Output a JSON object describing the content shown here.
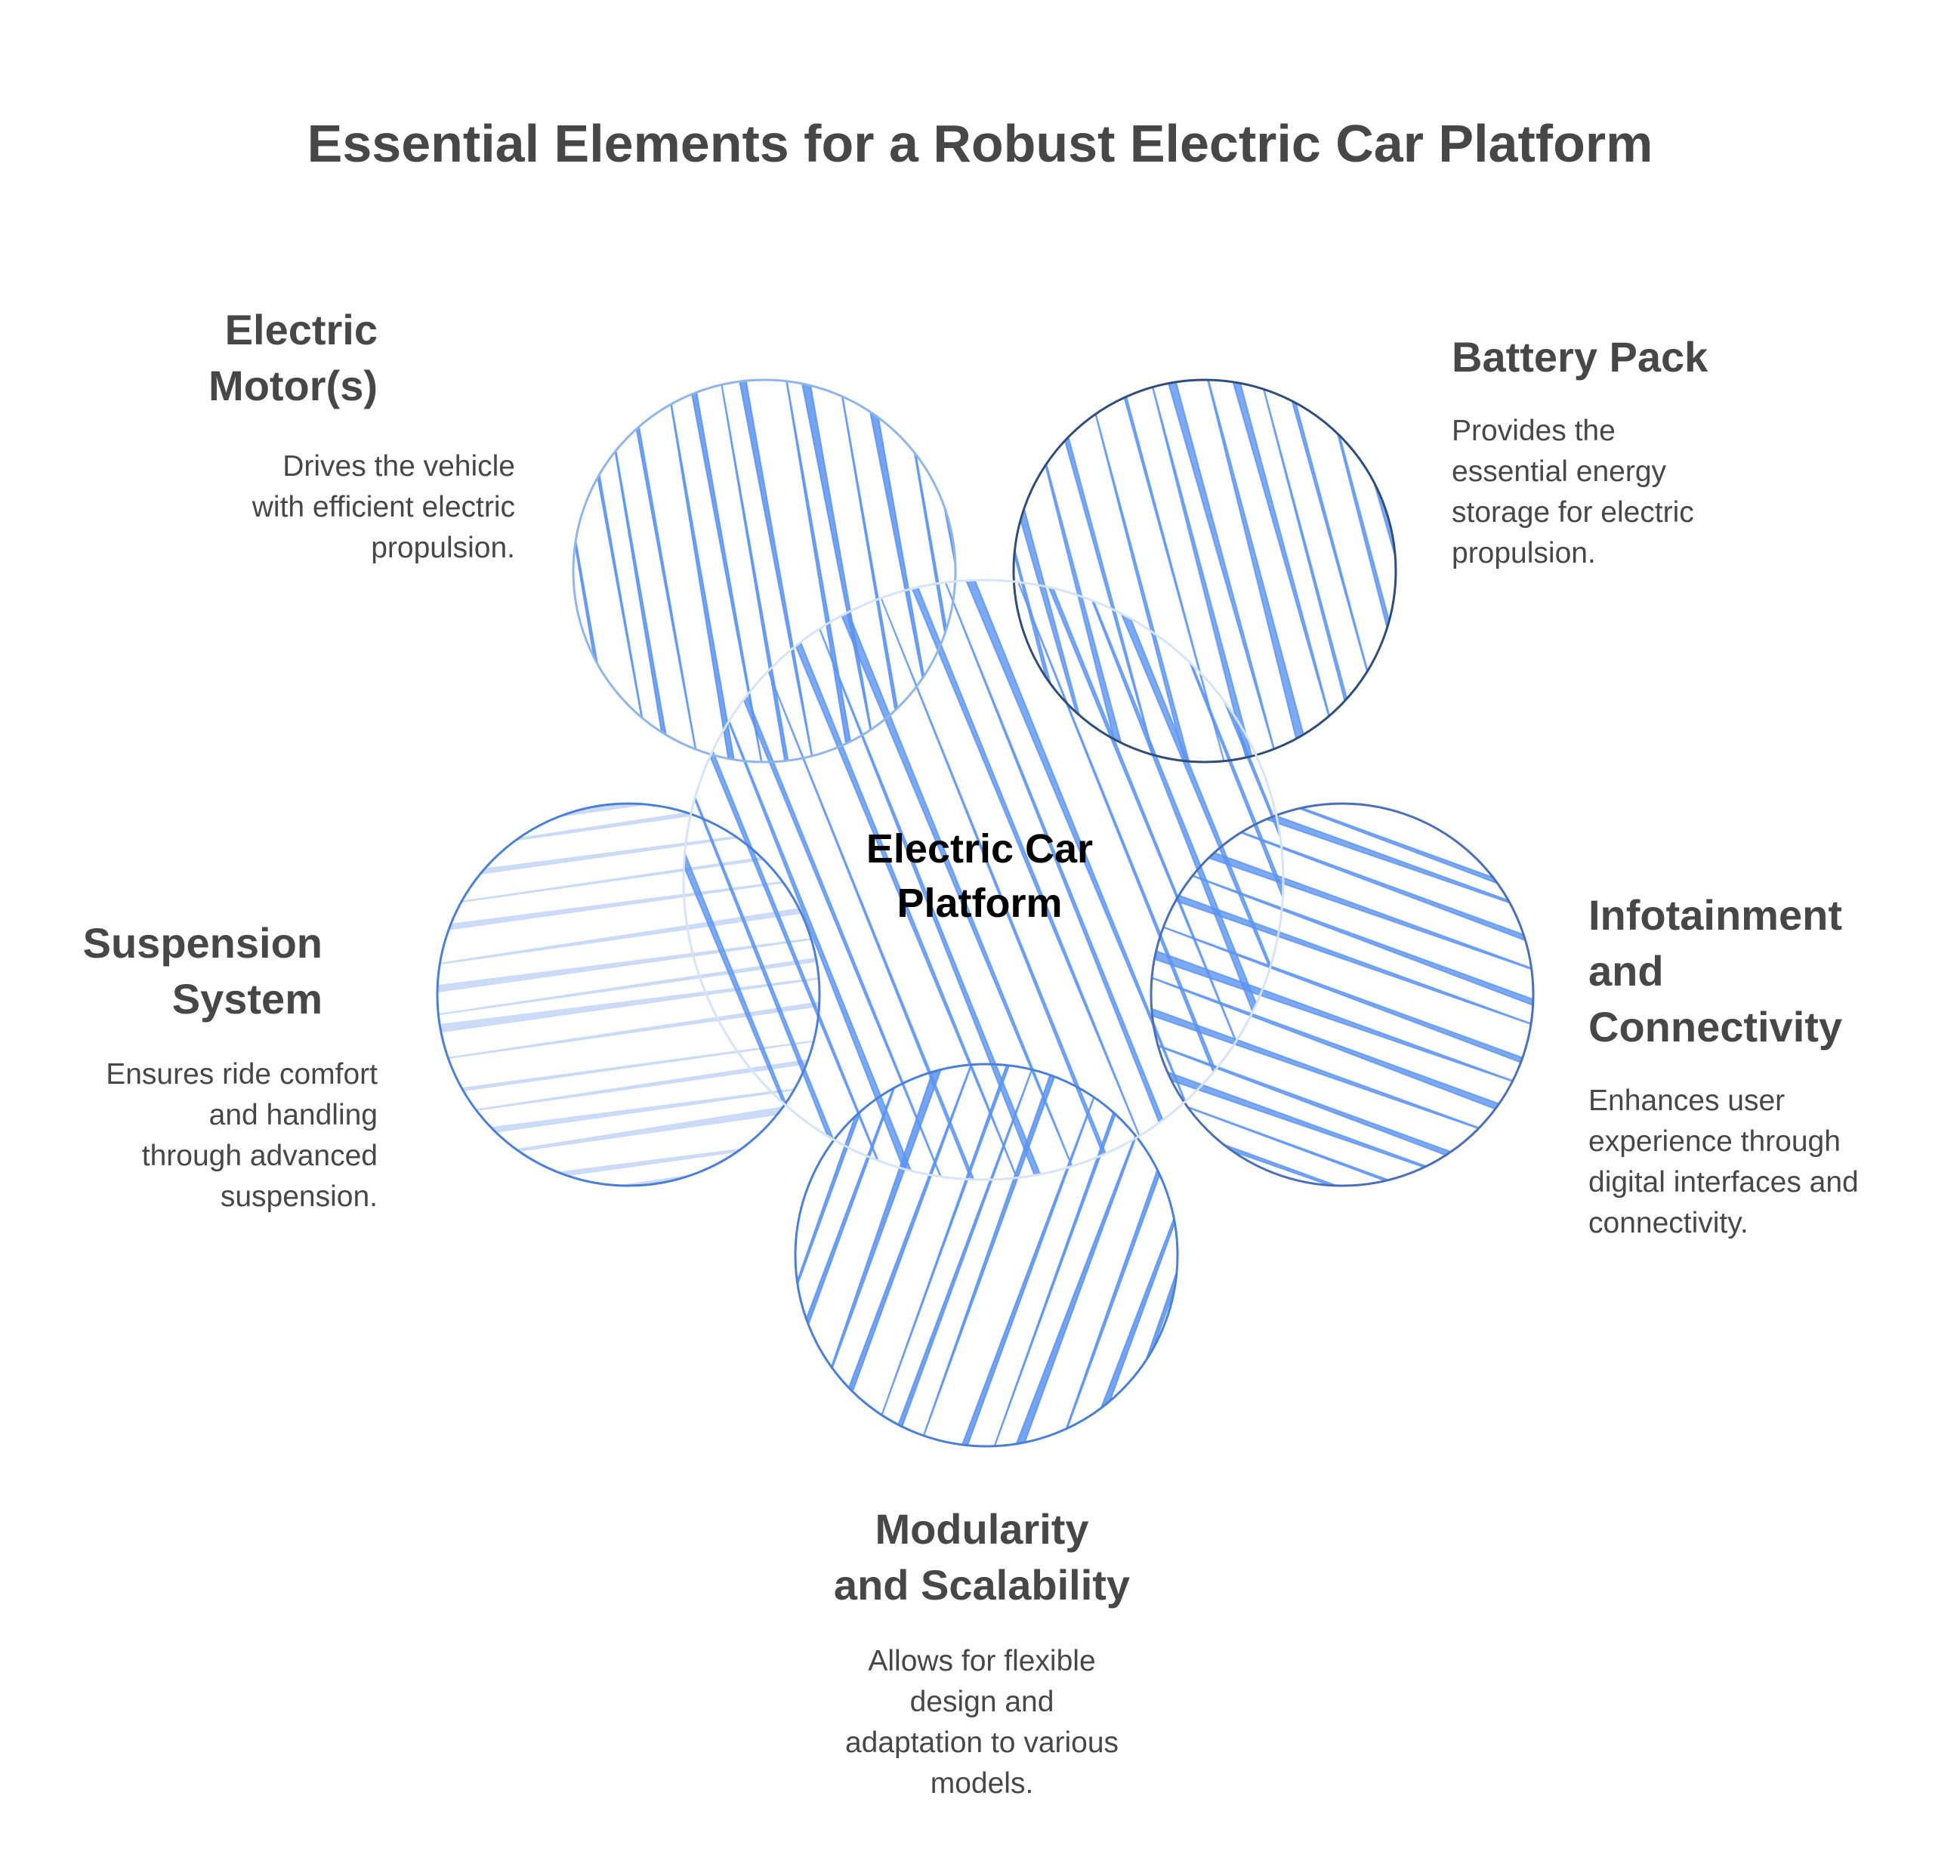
{
  "title": "Essential Elements for a Robust Electric Car Platform",
  "center": {
    "label_line1": "Electric Car",
    "label_line2": "Platform"
  },
  "nodes": {
    "electric_motor": {
      "title_line1": "Electric",
      "title_line2": "Motor(s)",
      "desc_lines": [
        "Drives the vehicle",
        "with efficient electric",
        "propulsion."
      ]
    },
    "battery_pack": {
      "title_line1": "Battery Pack",
      "desc_lines": [
        "Provides the",
        "essential energy",
        "storage for electric",
        "propulsion."
      ]
    },
    "suspension": {
      "title_line1": "Suspension",
      "title_line2": "System",
      "desc_lines": [
        "Ensures ride comfort",
        "and handling",
        "through advanced",
        "suspension."
      ]
    },
    "infotainment": {
      "title_line1": "Infotainment",
      "title_line2": "and",
      "title_line3": "Connectivity",
      "desc_lines": [
        "Enhances user",
        "experience through",
        "digital interfaces and",
        "connectivity."
      ]
    },
    "modularity": {
      "title_line1": "Modularity",
      "title_line2": "and Scalability",
      "desc_lines": [
        "Allows for flexible",
        "design and",
        "adaptation to various",
        "models."
      ]
    }
  },
  "colors": {
    "text": "#474747",
    "center_text": "#000000",
    "hatch_blue": "#5b93f0",
    "hatch_light": "#c9d9f7",
    "outline_light": "#8fb5ec",
    "outline_mid": "#4a7fd6",
    "outline_dark": "#2f4d7a"
  }
}
